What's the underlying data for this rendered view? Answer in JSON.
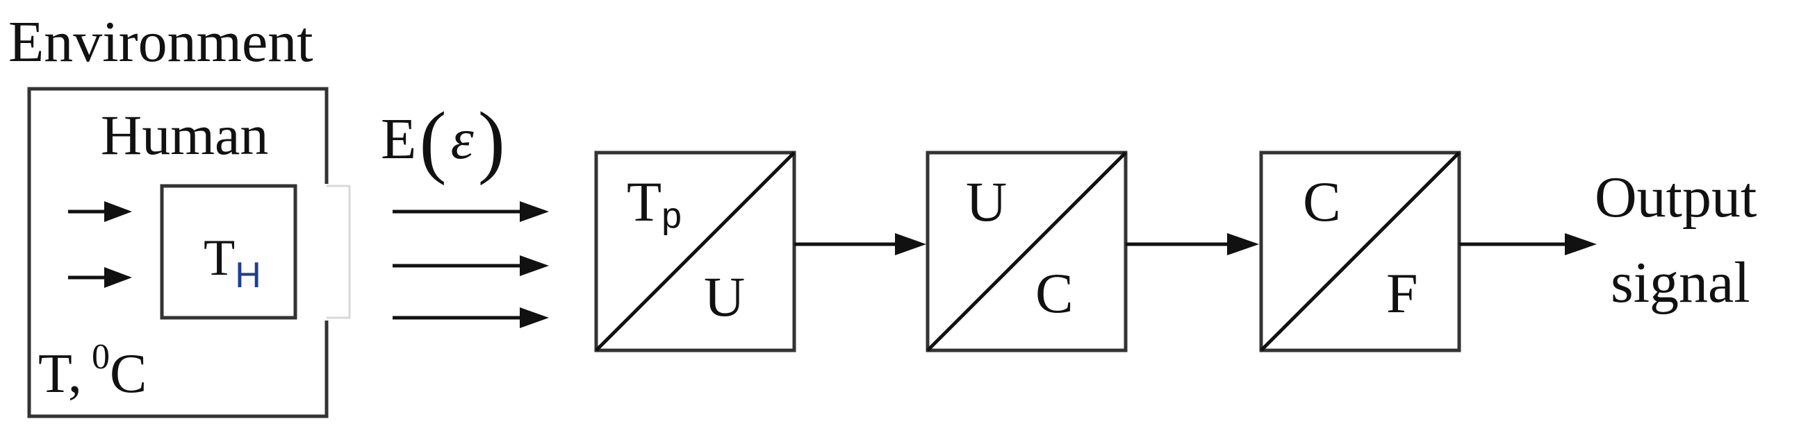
{
  "environment": {
    "label": "Environment",
    "temperature_main": "T,",
    "temperature_degree": "0",
    "temperature_unit": "C"
  },
  "human": {
    "label": "Human",
    "sensor_main": "T",
    "sensor_sub": "H"
  },
  "radiation": {
    "prefix": "E",
    "open_paren": "(",
    "symbol": "ε",
    "close_paren": ")"
  },
  "blocks": [
    {
      "top_main": "T",
      "top_sub": "p",
      "bottom": "U"
    },
    {
      "top_main": "U",
      "top_sub": "",
      "bottom": "C"
    },
    {
      "top_main": "C",
      "top_sub": "",
      "bottom": "F"
    }
  ],
  "output": {
    "line1": "Output",
    "line2": "signal"
  },
  "colors": {
    "sensor_subscript": "#1f3f8f",
    "stroke": "#111111"
  }
}
